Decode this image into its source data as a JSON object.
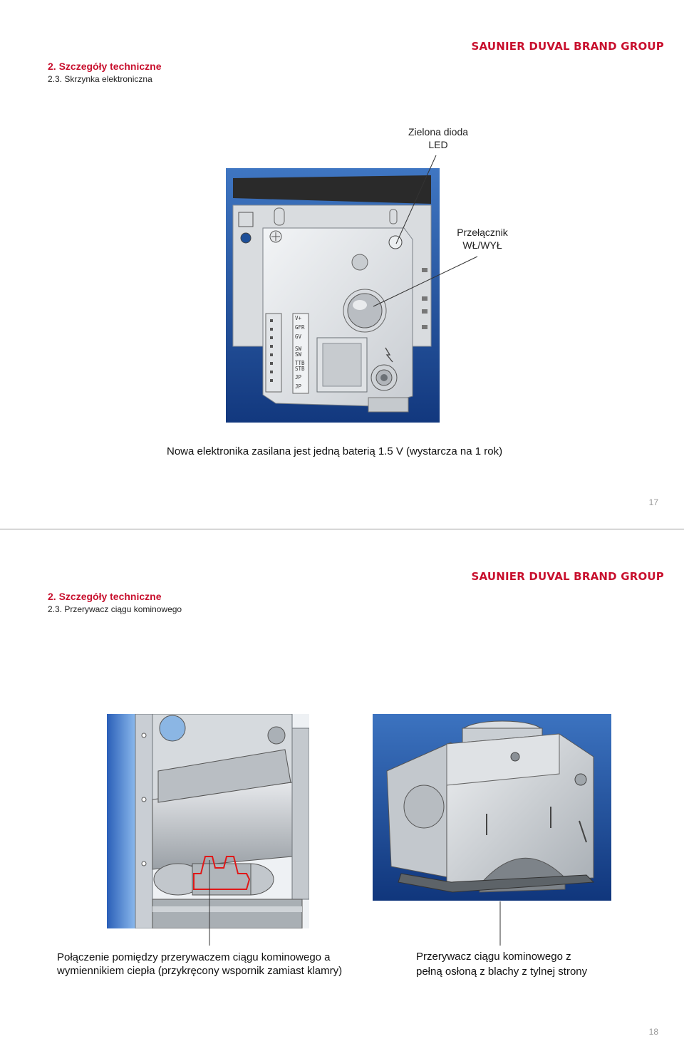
{
  "slide1": {
    "brand": "SAUNIER DUVAL BRAND GROUP",
    "heading": "2. Szczegóły techniczne",
    "subheading": "2.3. Skrzynka elektroniczna",
    "callout_led_line1": "Zielona dioda",
    "callout_led_line2": "LED",
    "callout_switch_line1": "Przełącznik",
    "callout_switch_line2": "WŁ/WYŁ",
    "terminal_labels": [
      "V+",
      "GFR",
      "GV",
      "SW",
      "SW",
      "TTB",
      "STB",
      "JP",
      "JP"
    ],
    "caption": "Nowa elektronika zasilana jest  jedną baterią 1.5 V (wystarcza na 1 rok)",
    "page_number": "17"
  },
  "slide2": {
    "brand": "SAUNIER DUVAL BRAND GROUP",
    "heading": "2. Szczegóły techniczne",
    "subheading": "2.3. Przerywacz ciągu kominowego",
    "caption_left_line1": "Połączenie pomiędzy przerywaczem ciągu kominowego a",
    "caption_left_line2": "wymiennikiem ciepła (przykręcony wspornik zamiast klamry)",
    "caption_right_line1": "Przerywacz ciągu kominowego  z",
    "caption_right_line2": "pełną osłoną z blachy z tylnej strony",
    "page_number": "18"
  },
  "colors": {
    "brand_red": "#c8102e",
    "backdrop_blue": "#1f4fa0"
  }
}
